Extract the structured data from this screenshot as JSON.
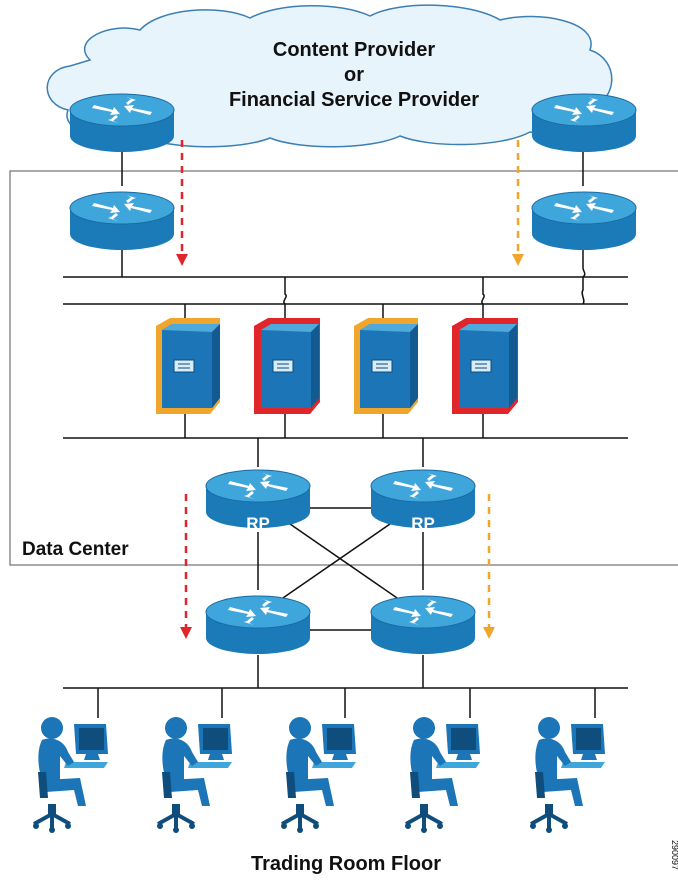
{
  "cloud_label_lines": [
    "Content Provider",
    "or",
    "Financial Service Provider"
  ],
  "data_center_label": "Data Center",
  "rp_label": "RP",
  "floor_label": "Trading Room Floor",
  "figure_id": "290097",
  "colors": {
    "router": "#1a7bb8",
    "router_top": "#3fa6dc",
    "cloud_fill": "#e8f4fb",
    "cloud_stroke": "#3b7fb5",
    "red": "#e0262a",
    "orange": "#f0a62d",
    "server_blue": "#1b75b6",
    "line": "#111111"
  },
  "icons": {
    "router": "router-icon",
    "server": "server-icon",
    "trader": "trader-workstation-icon"
  }
}
